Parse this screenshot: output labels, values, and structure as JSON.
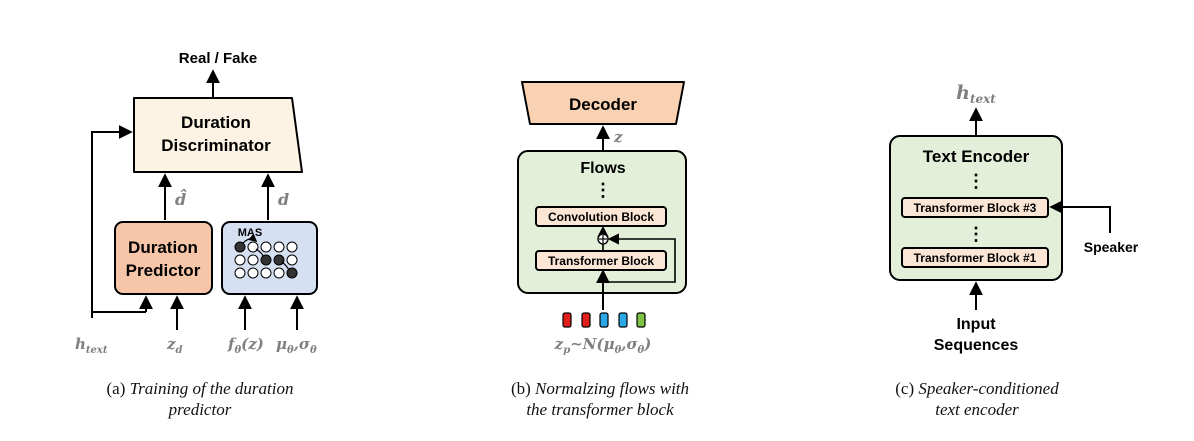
{
  "panel_a": {
    "output": "Real / Fake",
    "discriminator": {
      "line1": "Duration",
      "line2": "Discriminator"
    },
    "predictor": {
      "line1": "Duration",
      "line2": "Predictor"
    },
    "mas": "MAS",
    "d_hat": "d̂",
    "d": "d",
    "inputs": {
      "h_text": "h",
      "h_text_sub": "text",
      "z_d": "z",
      "z_d_sub": "d",
      "f_theta": "f",
      "f_theta_sub": "θ",
      "f_theta_arg": "(z)",
      "mu_sigma": "μ",
      "mu_sub": "θ",
      "sigma_sep": ",σ",
      "sigma_sub": "θ"
    },
    "caption": {
      "prefix": "(a) ",
      "line1": "Training of the duration",
      "line2": "predictor"
    }
  },
  "panel_b": {
    "decoder": "Decoder",
    "z": "z",
    "flows": "Flows",
    "ellipsis": "⋮",
    "conv_block": "Convolution Block",
    "plus": "⊕",
    "transformer_block": "Transformer Block",
    "input": {
      "z": "z",
      "z_sub": "p",
      "dist": "~N(μ",
      "dist_sub1": "θ",
      "dist_sep": ",σ",
      "dist_sub2": "θ",
      "close": ")"
    },
    "latent_colors": [
      "#e0201b",
      "#e0201b",
      "#2aa7e6",
      "#2aa7e6",
      "#7ec243"
    ],
    "caption": {
      "prefix": "(b) ",
      "line1": "Normalzing flows with",
      "line2": "the transformer block"
    }
  },
  "panel_c": {
    "output": {
      "h": "h",
      "sub": "text"
    },
    "encoder": "Text Encoder",
    "ellipsis": "⋮",
    "block3": "Transformer Block #3",
    "block1": "Transformer Block #1",
    "speaker": "Speaker",
    "input": {
      "line1": "Input",
      "line2": "Sequences"
    },
    "caption": {
      "prefix": "(c) ",
      "line1": "Speaker-conditioned",
      "line2": "text encoder"
    }
  },
  "colors": {
    "discriminator_fill": "#fdf3e4",
    "predictor_fill": "#f7c6a8",
    "mas_fill": "#d5e0f3",
    "decoder_fill": "#f9d2b3",
    "flows_fill": "#e3efd9",
    "block_fill": "#fbe6d5",
    "encoder_fill": "#e3efd9",
    "label_gray": "#7f7f7f"
  }
}
